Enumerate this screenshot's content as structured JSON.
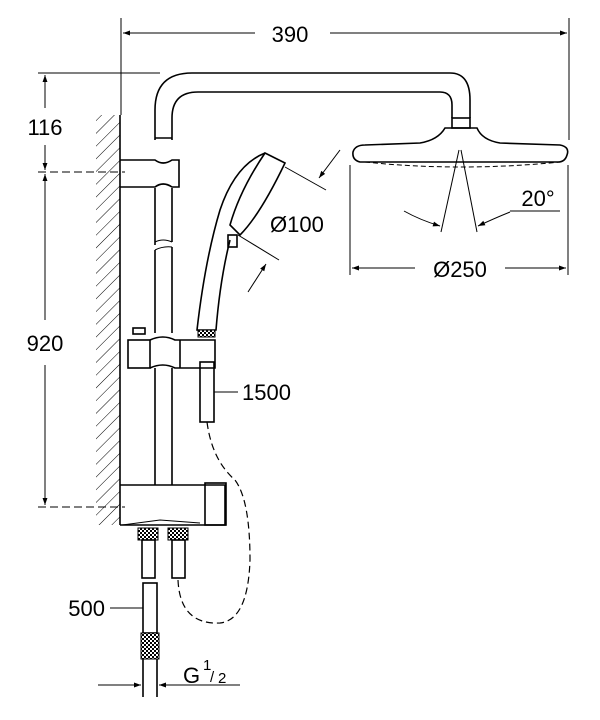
{
  "dimensions": {
    "width_total": "390",
    "top_offset": "116",
    "rail_height": "920",
    "hand_shower_diameter": "Ø100",
    "head_shower_diameter": "Ø250",
    "head_angle": "20°",
    "hose_length": "1500",
    "supply_length": "500",
    "thread": {
      "prefix": "G",
      "num": "1",
      "den": "2"
    }
  },
  "colors": {
    "line": "#000000",
    "background": "#ffffff"
  }
}
